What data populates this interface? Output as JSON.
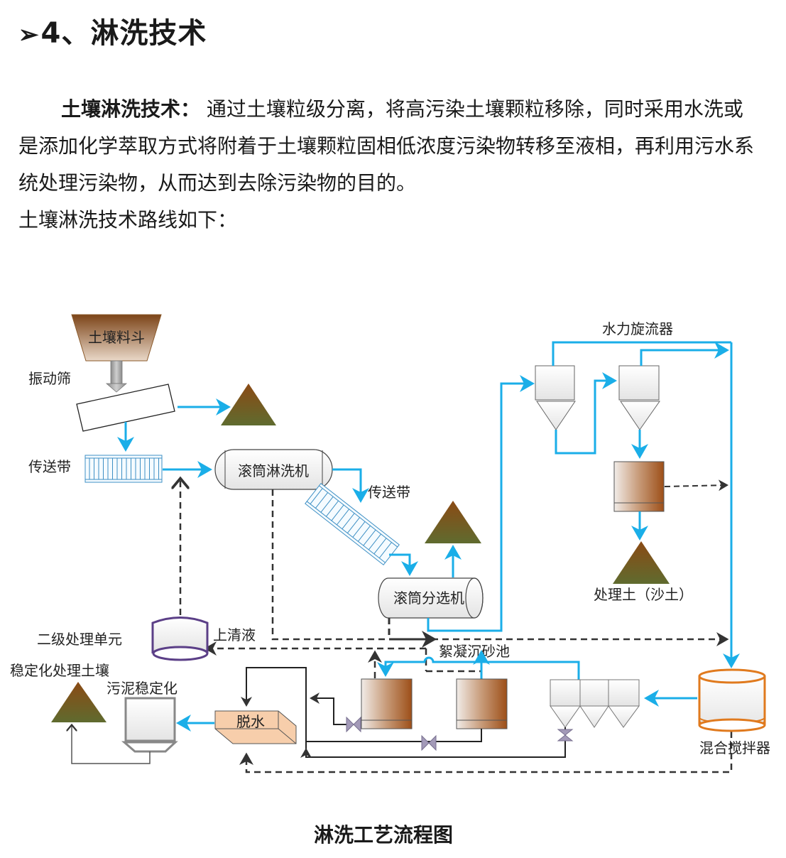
{
  "heading": {
    "bullet": "➢",
    "title": "4、淋洗技术"
  },
  "intro": {
    "term": "土壤淋洗技术：",
    "text": " 通过土壤粒级分离，将高污染土壤颗粒移除，同时采用水洗或是添加化学萃取方式将附着于土壤颗粒固相低浓度污染物转移至液相，再利用污水系统处理污染物，从而达到去除污染物的目的。",
    "route_intro": "土壤淋洗技术路线如下："
  },
  "diagram": {
    "labels": {
      "hopper": "土壤料斗",
      "vibrating_screen": "振动筛",
      "conveyor_1": "传送带",
      "drum_washer": "滚筒淋洗机",
      "conveyor_2": "传送带",
      "drum_separator": "滚筒分选机",
      "hydrocyclone": "水力旋流器",
      "treated_soil": "处理土（沙土）",
      "secondary_unit": "二级处理单元",
      "supernatant": "上清液",
      "flocculation_tank": "絮凝沉砂池",
      "stabilized_soil": "稳定化处理土壤",
      "sludge_stabilization": "污泥稳定化",
      "dewatering": "脱水",
      "mixer": "混合搅拌器"
    },
    "colors": {
      "flow_blue": "#1aaee8",
      "soil_top": "#8b4a14",
      "soil_bottom": "#5f6b2f",
      "tank_brown": "#a8561c",
      "mixer_orange": "#e07a1e",
      "secondary_purple": "#5b3f87",
      "dewater_fill": "#f7ceab",
      "dash_gray": "#333333"
    }
  },
  "caption": "淋洗工艺流程图"
}
